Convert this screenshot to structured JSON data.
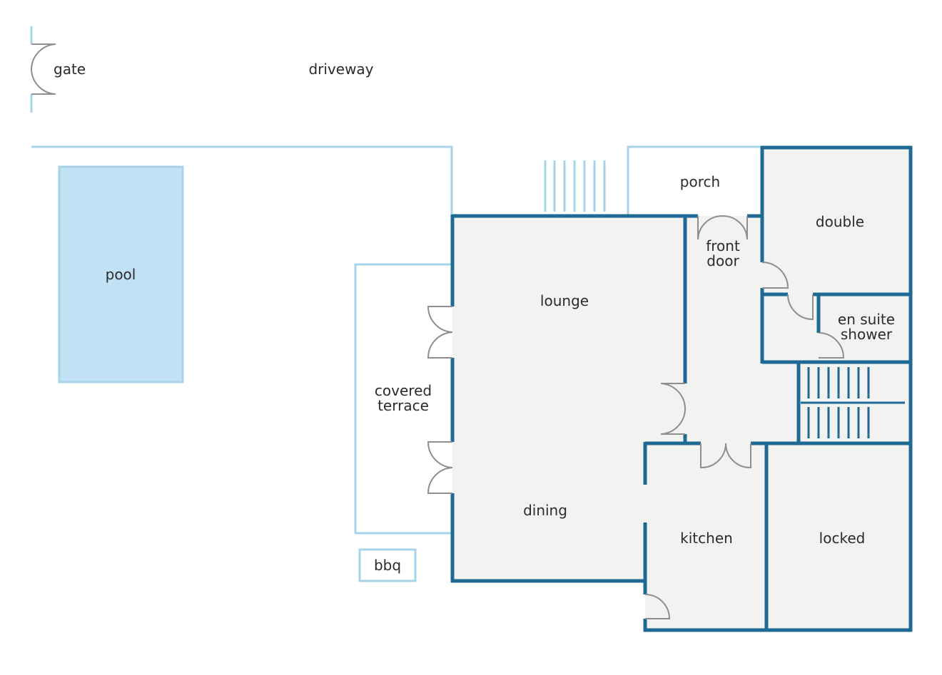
{
  "colors": {
    "wall": "#1f6a95",
    "outline": "#a7d3ea",
    "pool": "#c0e2f4",
    "floor": "#f2f2f1",
    "door": "#8e8e8e",
    "text": "#2b2b2b"
  },
  "labels": {
    "gate": "gate",
    "driveway": "driveway",
    "pool": "pool",
    "porch": "porch",
    "double": "double",
    "front_door_l1": "front",
    "front_door_l2": "door",
    "lounge": "lounge",
    "en_suite_l1": "en suite",
    "en_suite_l2": "shower",
    "covered_terrace_l1": "covered",
    "covered_terrace_l2": "terrace",
    "dining": "dining",
    "kitchen": "kitchen",
    "locked": "locked",
    "bbq": "bbq"
  }
}
